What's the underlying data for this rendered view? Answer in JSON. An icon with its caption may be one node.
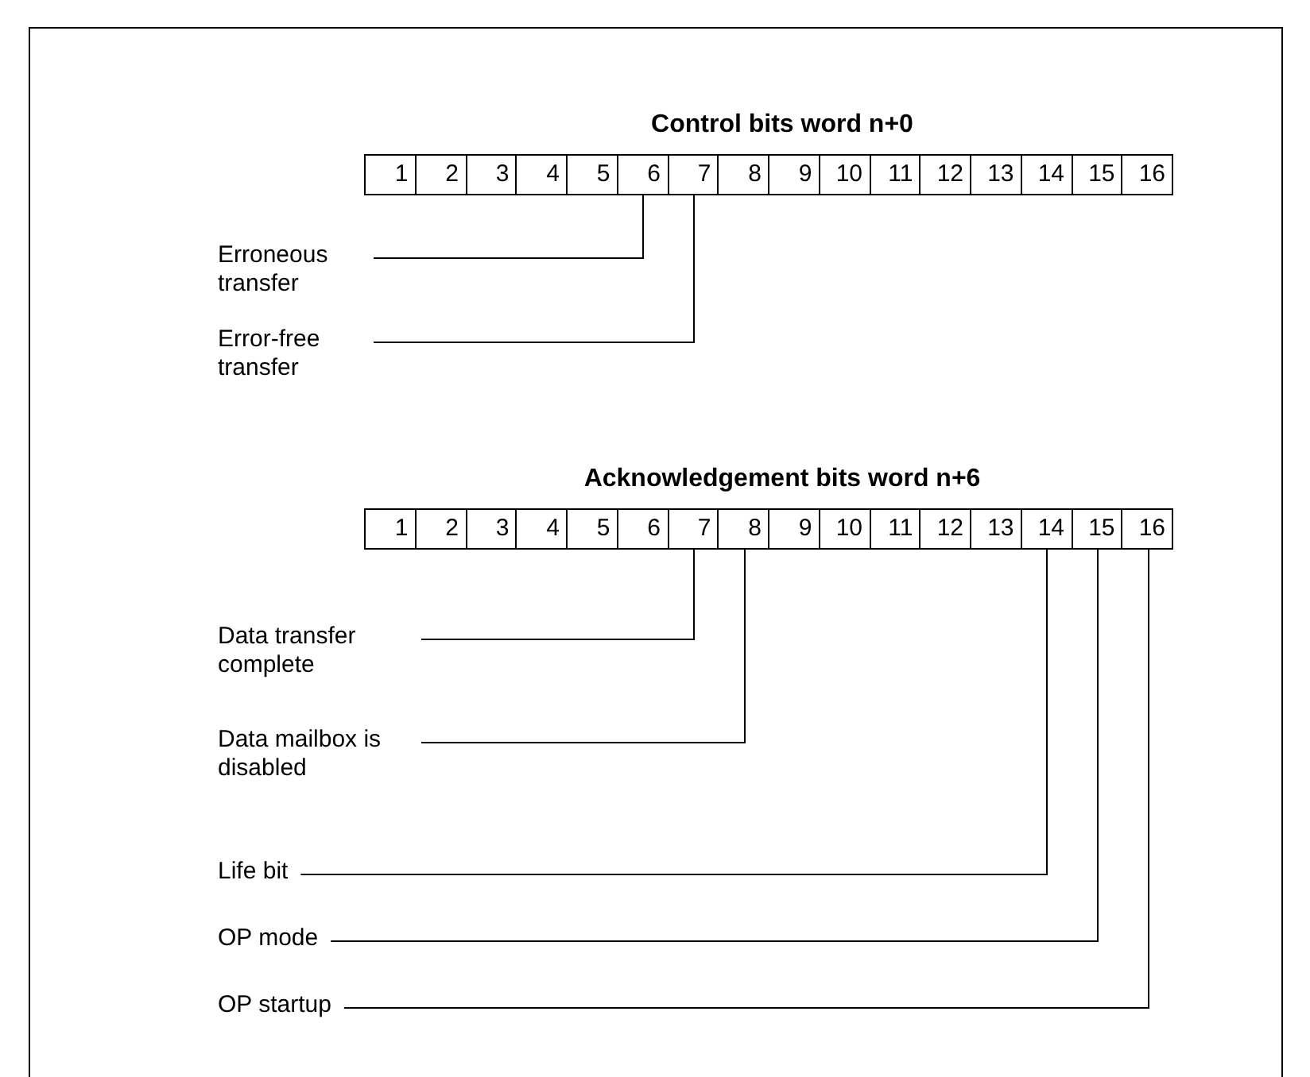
{
  "diagram": {
    "nodes": [
      {
        "text": [
          "Control bits word n+0"
        ]
      },
      {
        "text": [
          "1"
        ],
        "in": 0
      },
      {
        "text": [
          "2"
        ],
        "in": 0
      },
      {
        "text": [
          "3"
        ],
        "in": 0
      },
      {
        "text": [
          "4"
        ],
        "in": 0
      },
      {
        "text": [
          "5"
        ],
        "in": 0
      },
      {
        "text": [
          "6"
        ],
        "in": 0
      },
      {
        "text": [
          "7"
        ],
        "in": 0
      },
      {
        "text": [
          "8"
        ],
        "in": 0
      },
      {
        "text": [
          "9"
        ],
        "in": 0
      },
      {
        "text": [
          "10"
        ],
        "in": 0
      },
      {
        "text": [
          "11"
        ],
        "in": 0
      },
      {
        "text": [
          "12"
        ],
        "in": 0
      },
      {
        "text": [
          "13"
        ],
        "in": 0
      },
      {
        "text": [
          "14"
        ],
        "in": 0
      },
      {
        "text": [
          "15"
        ],
        "in": 0
      },
      {
        "text": [
          "16"
        ],
        "in": 0
      },
      {
        "text": [
          "Erroneous transfer"
        ]
      },
      {
        "text": [
          "Error-free transfer"
        ]
      },
      {
        "text": [
          "Acknowledgement bits word n+6"
        ]
      },
      {
        "text": [
          "1"
        ],
        "in": 19
      },
      {
        "text": [
          "2"
        ],
        "in": 19
      },
      {
        "text": [
          "3"
        ],
        "in": 19
      },
      {
        "text": [
          "4"
        ],
        "in": 19
      },
      {
        "text": [
          "5"
        ],
        "in": 19
      },
      {
        "text": [
          "6"
        ],
        "in": 19
      },
      {
        "text": [
          "7"
        ],
        "in": 19
      },
      {
        "text": [
          "8"
        ],
        "in": 19
      },
      {
        "text": [
          "9"
        ],
        "in": 19
      },
      {
        "text": [
          "10"
        ],
        "in": 19
      },
      {
        "text": [
          "11"
        ],
        "in": 19
      },
      {
        "text": [
          "12"
        ],
        "in": 19
      },
      {
        "text": [
          "13"
        ],
        "in": 19
      },
      {
        "text": [
          "14"
        ],
        "in": 19
      },
      {
        "text": [
          "15"
        ],
        "in": 19
      },
      {
        "text": [
          "16"
        ],
        "in": 19
      },
      {
        "text": [
          "Data transfer complete"
        ]
      },
      {
        "text": [
          "Data mailbox is disabled"
        ]
      },
      {
        "text": [
          "Life bit"
        ]
      },
      {
        "text": [
          "OP mode"
        ]
      },
      {
        "text": [
          "OP startup"
        ]
      }
    ],
    "edges": [
      {
        "from": 17,
        "to": 6,
        "arrow": "none"
      },
      {
        "from": 18,
        "to": 7,
        "arrow": "none"
      },
      {
        "from": 36,
        "to": 26,
        "arrow": "none"
      },
      {
        "from": 37,
        "to": 27,
        "arrow": "none"
      },
      {
        "from": 38,
        "to": 33,
        "arrow": "none"
      },
      {
        "from": 39,
        "to": 34,
        "arrow": "none"
      },
      {
        "from": 40,
        "to": 35,
        "arrow": "none"
      }
    ]
  }
}
